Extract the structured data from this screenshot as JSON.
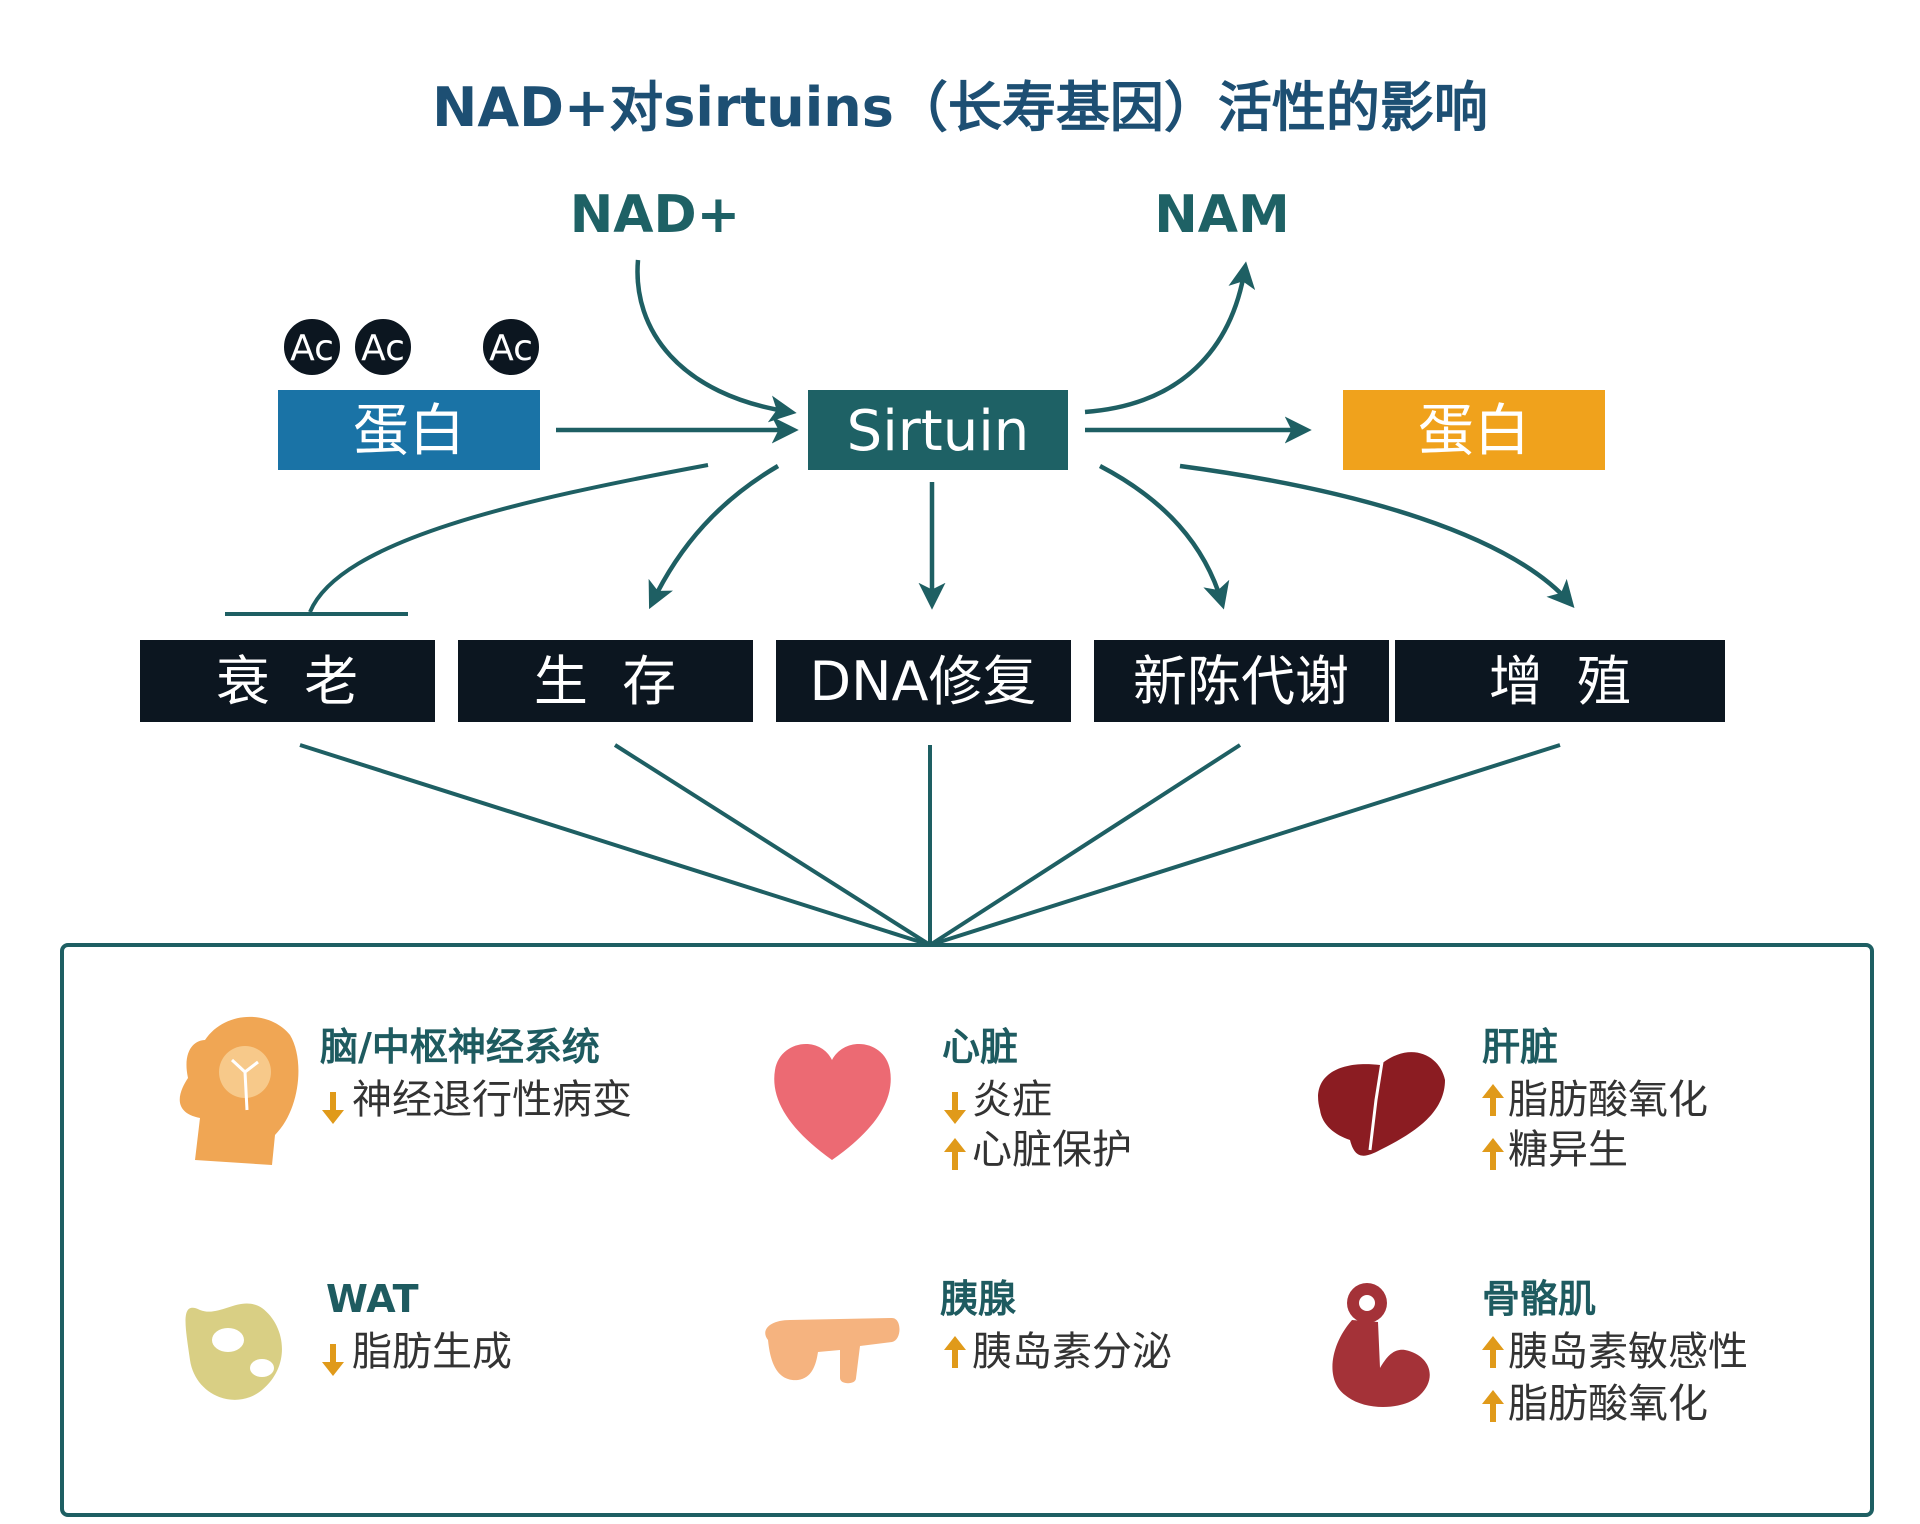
{
  "title": "NAD+对sirtuins（长寿基因）活性的影响",
  "molecules": {
    "input": "NAD+",
    "output": "NAM"
  },
  "acetyl_label": "Ac",
  "acetylated_protein": "蛋白",
  "enzyme": "Sirtuin",
  "deacetylated_protein": "蛋白",
  "processes": [
    {
      "label": "衰  老",
      "relation": "inhibits"
    },
    {
      "label": "生  存",
      "relation": "promotes"
    },
    {
      "label": "DNA修复",
      "relation": "promotes"
    },
    {
      "label": "新陈代谢",
      "relation": "promotes"
    },
    {
      "label": "增  殖",
      "relation": "promotes"
    }
  ],
  "organs": [
    {
      "name": "脑/中枢神经系统",
      "icon": "brain-head-icon",
      "effects": [
        {
          "dir": "down",
          "text": "神经退行性病变"
        }
      ]
    },
    {
      "name": "心脏",
      "icon": "heart-icon",
      "effects": [
        {
          "dir": "down",
          "text": "炎症"
        },
        {
          "dir": "up",
          "text": "心脏保护"
        }
      ]
    },
    {
      "name": "肝脏",
      "icon": "liver-icon",
      "effects": [
        {
          "dir": "up",
          "text": "脂肪酸氧化"
        },
        {
          "dir": "up",
          "text": "糖异生"
        }
      ]
    },
    {
      "name": "WAT",
      "icon": "adipose-tissue-icon",
      "effects": [
        {
          "dir": "down",
          "text": "脂肪生成"
        }
      ]
    },
    {
      "name": "胰腺",
      "icon": "pancreas-icon",
      "effects": [
        {
          "dir": "up",
          "text": "胰岛素分泌"
        }
      ]
    },
    {
      "name": "骨骼肌",
      "icon": "muscle-arm-icon",
      "effects": [
        {
          "dir": "up",
          "text": "胰岛素敏感性"
        },
        {
          "dir": "up",
          "text": "脂肪酸氧化"
        }
      ]
    }
  ],
  "colors": {
    "title": "#1d4f73",
    "teal": "#1e6165",
    "acetylated_protein": "#1a73a6",
    "deacetylated_protein": "#f0a21c",
    "process_box": "#0c1620",
    "arrow_up_down": "#e09a1a"
  }
}
